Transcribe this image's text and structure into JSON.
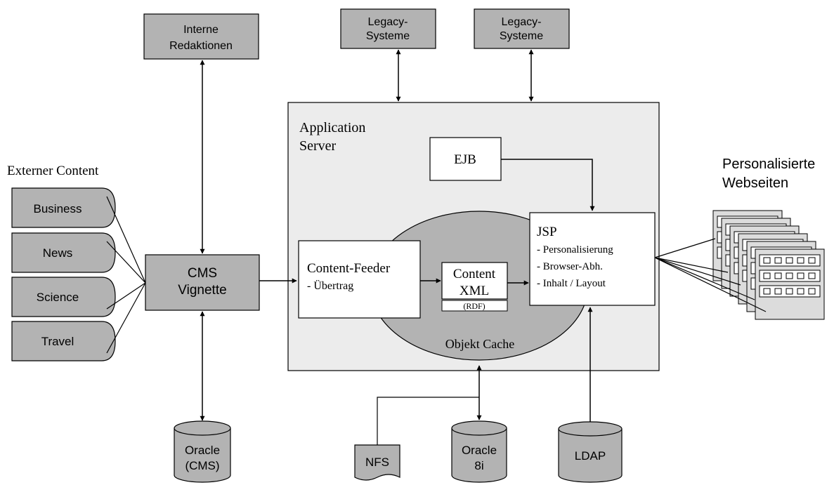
{
  "external": {
    "title": "Externer Content",
    "sources": [
      "Business",
      "News",
      "Science",
      "Travel"
    ]
  },
  "interne": {
    "line1": "Interne",
    "line2": "Redaktionen"
  },
  "cms": {
    "line1": "CMS",
    "line2": "Vignette"
  },
  "oracle_cms": {
    "line1": "Oracle",
    "line2": "(CMS)"
  },
  "legacy": [
    {
      "line1": "Legacy-",
      "line2": "Systeme"
    },
    {
      "line1": "Legacy-",
      "line2": "Systeme"
    }
  ],
  "app_server": {
    "line1": "Application",
    "line2": "Server"
  },
  "ejb": {
    "label": "EJB"
  },
  "content_feeder": {
    "title": "Content-Feeder",
    "sub": "- Übertrag"
  },
  "content_xml": {
    "line1": "Content",
    "line2": "XML",
    "rdf": "(RDF)"
  },
  "objekt_cache": {
    "label": "Objekt Cache"
  },
  "jsp": {
    "title": "JSP",
    "items": [
      "- Personalisierung",
      "- Browser-Abh.",
      "- Inhalt / Layout"
    ]
  },
  "webseiten": {
    "line1": "Personalisierte",
    "line2": "Webseiten"
  },
  "nfs": {
    "label": "NFS"
  },
  "oracle8i": {
    "line1": "Oracle",
    "line2": "8i"
  },
  "ldap": {
    "label": "LDAP"
  },
  "colors": {
    "box_fill": "#b3b3b3",
    "server_fill": "#ececec",
    "cache_fill": "#b3b3b3",
    "stroke": "#000000"
  }
}
